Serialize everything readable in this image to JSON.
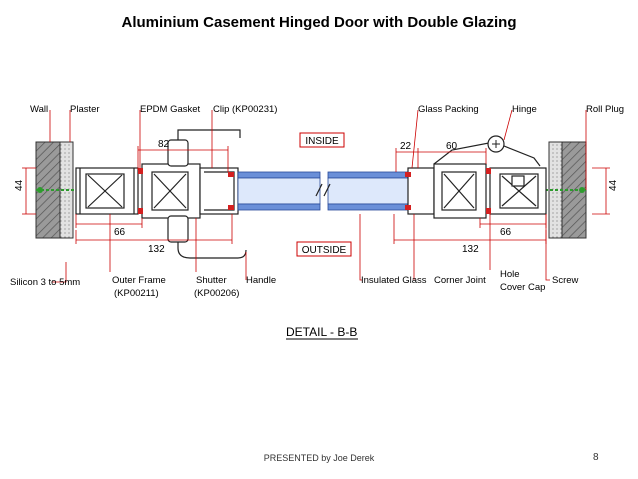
{
  "title": "Aluminium Casement Hinged Door with Double Glazing",
  "footer": "PRESENTED by Joe Derek",
  "page_number": "8",
  "labels": {
    "wall": "Wall",
    "plaster": "Plaster",
    "epdm_gasket": "EPDM Gasket",
    "clip": "Clip (KP00231)",
    "glass_packing": "Glass Packing",
    "hinge": "Hinge",
    "roll_plug": "Roll Plug",
    "inside": "INSIDE",
    "outside": "OUTSIDE",
    "silicon": "Silicon 3 to 5mm",
    "outer_frame": "Outer Frame",
    "outer_frame_code": "(KP00211)",
    "shutter": "Shutter",
    "shutter_code": "(KP00206)",
    "handle": "Handle",
    "insulated_glass": "Insulated Glass",
    "corner_joint": "Corner Joint",
    "hole_cover_cap_1": "Hole",
    "hole_cover_cap_2": "Cover Cap",
    "screw": "Screw",
    "detail": "DETAIL - B-B"
  },
  "dimensions": {
    "left_height": "44",
    "left_82": "82",
    "left_66": "66",
    "left_132": "132",
    "right_22": "22",
    "right_60": "60",
    "right_66": "66",
    "right_132": "132",
    "right_height": "44"
  },
  "colors": {
    "wall_fill": "#9a9a9a",
    "plaster_fill": "#d8d8d8",
    "dimension_red": "#cc0000",
    "glass_blue": "#6a8fd8",
    "gasket_red": "#d42020",
    "plug_green": "#2e9b2e"
  }
}
